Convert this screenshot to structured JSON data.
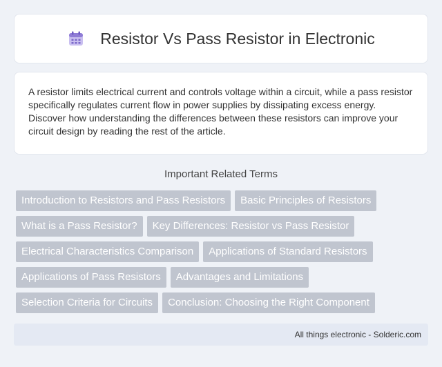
{
  "header": {
    "title": "Resistor Vs Pass Resistor in Electronic",
    "icon": "calendar-icon",
    "icon_colors": {
      "top": "#8f7cd6",
      "body": "#b9abe6",
      "grid": "#6f5cc2"
    }
  },
  "intro": {
    "text": "A resistor limits electrical current and controls voltage within a circuit, while a pass resistor specifically regulates current flow in power supplies by dissipating excess energy. Discover how understanding the differences between these resistors can improve your circuit design by reading the rest of the article."
  },
  "related": {
    "title": "Important Related Terms",
    "tags": [
      "Introduction to Resistors and Pass Resistors",
      "Basic Principles of Resistors",
      "What is a Pass Resistor?",
      "Key Differences: Resistor vs Pass Resistor",
      "Electrical Characteristics Comparison",
      "Applications of Standard Resistors",
      "Applications of Pass Resistors",
      "Advantages and Limitations",
      "Selection Criteria for Circuits",
      "Conclusion: Choosing the Right Component"
    ]
  },
  "footer": {
    "text": "All things electronic - Solderic.com"
  },
  "colors": {
    "background": "#eff2f7",
    "tag_bg": "#c0c5cf",
    "footer_bg": "#e4e9f3"
  }
}
